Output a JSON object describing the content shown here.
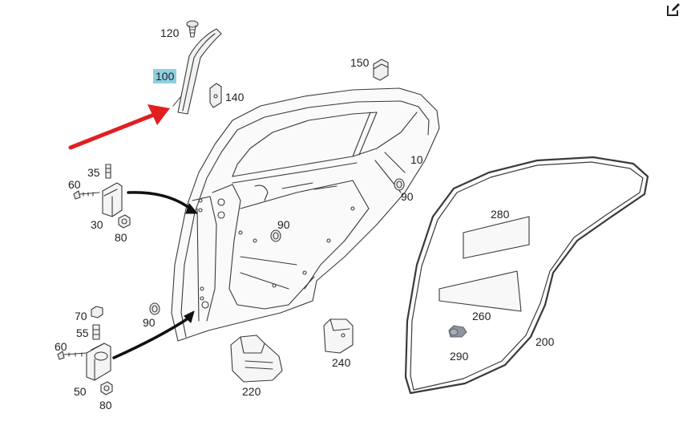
{
  "labels": {
    "p120": "120",
    "p100": "100",
    "p140": "140",
    "p150": "150",
    "p10": "10",
    "p90_top": "90",
    "p35": "35",
    "p60_top": "60",
    "p30": "30",
    "p80_top": "80",
    "p90_mid": "90",
    "p280": "280",
    "p70": "70",
    "p55": "55",
    "p90_left": "90",
    "p60_bot": "60",
    "p50": "50",
    "p80_bot": "80",
    "p220": "220",
    "p240": "240",
    "p260": "260",
    "p290": "290",
    "p200": "200"
  },
  "highlighted_part": "100",
  "colors": {
    "arrow": "#e02020",
    "highlight": "#8ecfe0",
    "line": "#333333"
  },
  "icons": {
    "edit": "edit-icon"
  }
}
